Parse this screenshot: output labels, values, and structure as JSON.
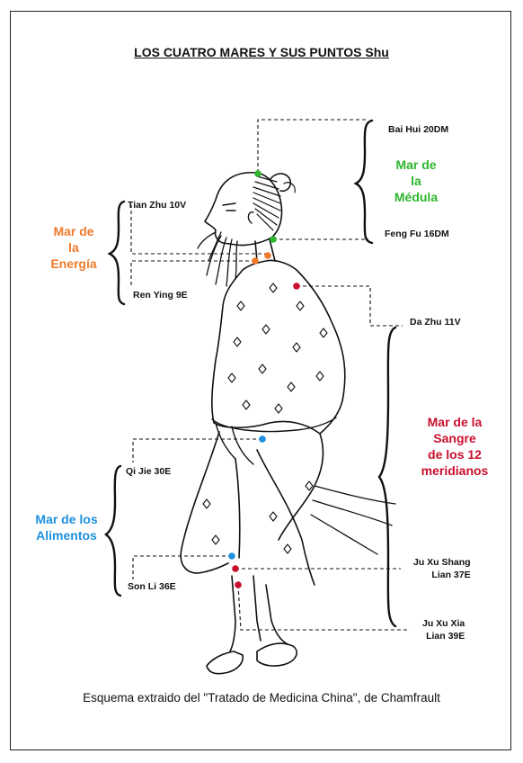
{
  "title": "LOS CUATRO MARES Y SUS PUNTOS Shu",
  "caption": "Esquema extraido del \"Tratado de Medicina China\", de Chamfrault",
  "colors": {
    "medula": "#2db52d",
    "energia": "#f07a2a",
    "sangre": "#c8102e",
    "alimentos": "#1e90e0",
    "ink": "#111111"
  },
  "groups": {
    "medula": {
      "lines": [
        "Mar de",
        "la",
        "Médula"
      ]
    },
    "energia": {
      "lines": [
        "Mar de",
        "la",
        "Energía"
      ]
    },
    "sangre": {
      "lines": [
        "Mar de la",
        "Sangre",
        "de los 12",
        "meridianos"
      ]
    },
    "alimentos": {
      "lines": [
        "Mar de los",
        "Alimentos"
      ]
    }
  },
  "points": {
    "bai_hui": "Bai Hui 20DM",
    "feng_fu": "Feng Fu 16DM",
    "tian_zhu": "Tian Zhu  10V",
    "ren_ying": "Ren Ying 9E",
    "da_zhu": "Da Zhu 11V",
    "qi_jie": "Qi Jie 30E",
    "son_li": "Son Li 36E",
    "ju_xu_shang": [
      "Ju Xu Shang",
      "Lian 37E"
    ],
    "ju_xu_xia": [
      "Ju Xu Xia",
      "Lian 39E"
    ]
  }
}
